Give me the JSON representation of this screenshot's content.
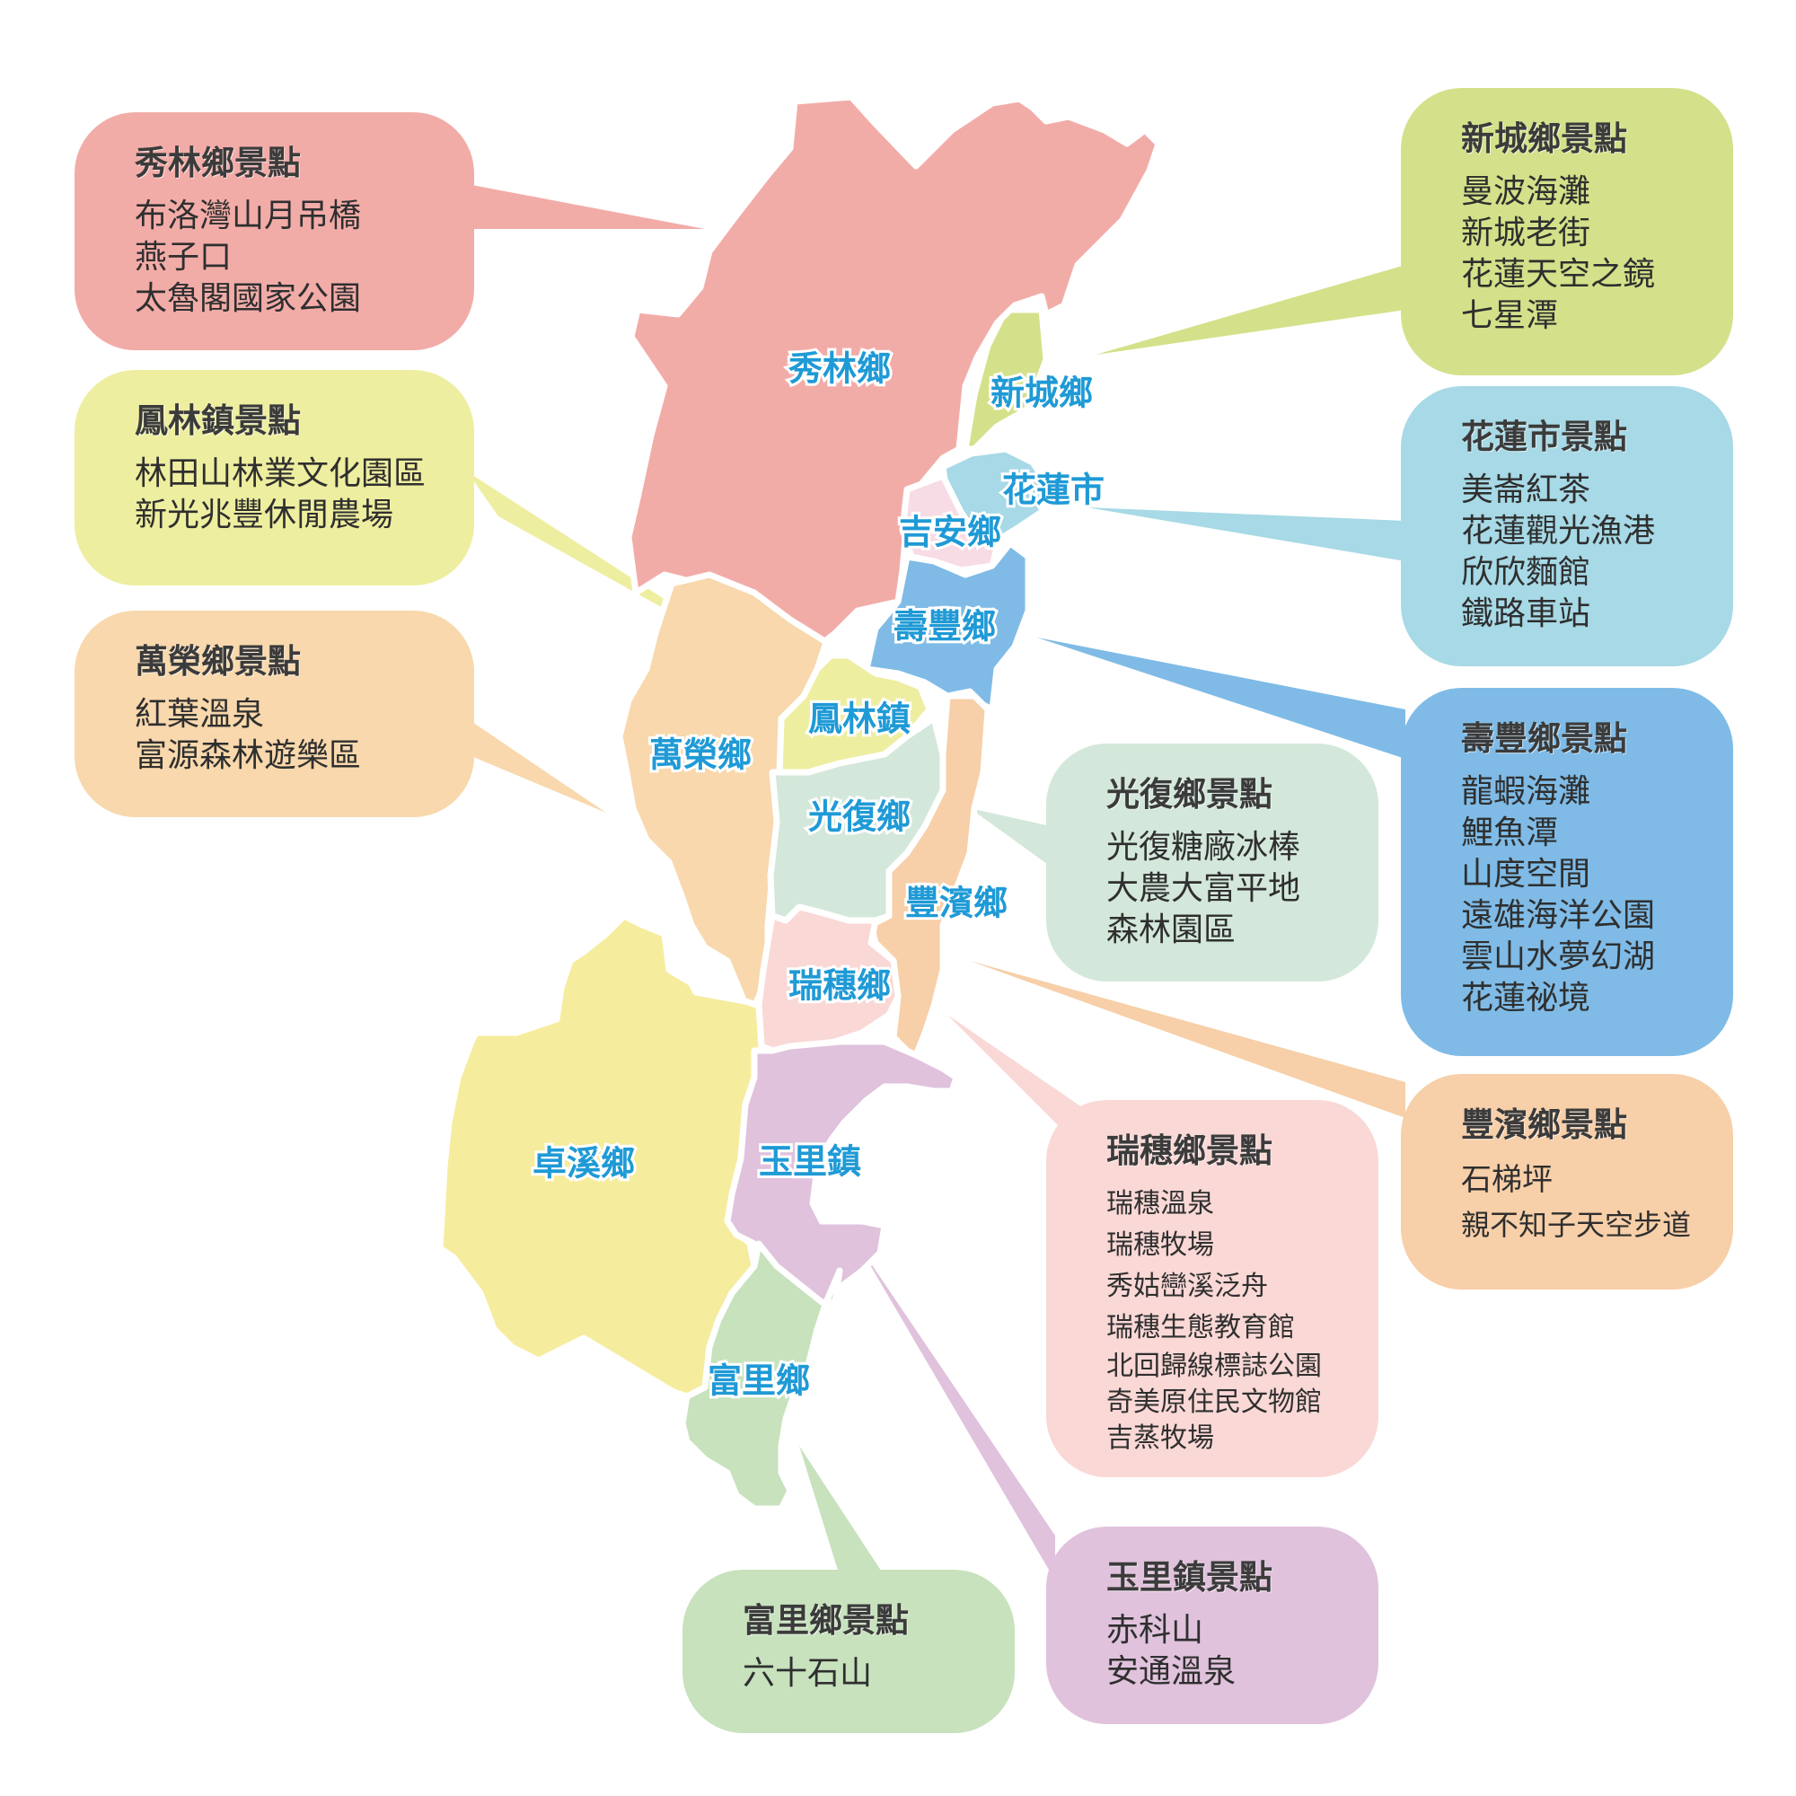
{
  "colors": {
    "xiulin": "#f2aca8",
    "xincheng": "#d4e18a",
    "hualien_city": "#a7d9e6",
    "jian": "#f7dbe5",
    "shoufeng": "#7fbbe6",
    "fenglin": "#eeeea0",
    "wanrong": "#f8d8ac",
    "guangfu": "#d3e8da",
    "fengbin": "#f7cfa8",
    "ruisui": "#f9d8d6",
    "zhuoxi": "#f6ec9e",
    "yuli": "#e0c2dc",
    "fuli": "#c7e2bd"
  },
  "regions": [
    {
      "id": "xiulin",
      "label": "秀林鄉"
    },
    {
      "id": "xincheng",
      "label": "新城鄉"
    },
    {
      "id": "hualien_city",
      "label": "花蓮市"
    },
    {
      "id": "jian",
      "label": "吉安鄉"
    },
    {
      "id": "shoufeng",
      "label": "壽豐鄉"
    },
    {
      "id": "fenglin",
      "label": "鳳林鎮"
    },
    {
      "id": "wanrong",
      "label": "萬榮鄉"
    },
    {
      "id": "guangfu",
      "label": "光復鄉"
    },
    {
      "id": "fengbin",
      "label": "豐濱鄉"
    },
    {
      "id": "ruisui",
      "label": "瑞穗鄉"
    },
    {
      "id": "zhuoxi",
      "label": "卓溪鄉"
    },
    {
      "id": "yuli",
      "label": "玉里鎮"
    },
    {
      "id": "fuli",
      "label": "富里鄉"
    }
  ],
  "bubbles": {
    "xiulin": {
      "title": "秀林鄉景點",
      "items": [
        "布洛灣山月吊橋",
        "燕子口",
        "太魯閣國家公園"
      ]
    },
    "fenglin": {
      "title": "鳳林鎮景點",
      "items": [
        "林田山林業文化園區",
        "新光兆豐休閒農場"
      ]
    },
    "wanrong": {
      "title": "萬榮鄉景點",
      "items": [
        "紅葉溫泉",
        "富源森林遊樂區"
      ]
    },
    "xincheng": {
      "title": "新城鄉景點",
      "items": [
        "曼波海灘",
        "新城老街",
        "花蓮天空之鏡",
        "七星潭"
      ]
    },
    "hualien_city": {
      "title": "花蓮市景點",
      "items": [
        "美崙紅茶",
        "花蓮觀光漁港",
        "欣欣麵館",
        "鐵路車站"
      ]
    },
    "shoufeng": {
      "title": "壽豐鄉景點",
      "items": [
        "龍蝦海灘",
        "鯉魚潭",
        "山度空間",
        "遠雄海洋公園",
        "雲山水夢幻湖",
        "花蓮祕境"
      ]
    },
    "guangfu": {
      "title": "光復鄉景點",
      "items": [
        "光復糖廠冰棒",
        "大農大富平地",
        "森林園區"
      ]
    },
    "fengbin": {
      "title": "豐濱鄉景點",
      "items": [
        "石梯坪",
        "親不知子天空步道"
      ]
    },
    "ruisui": {
      "title": "瑞穗鄉景點",
      "items": [
        "瑞穗溫泉",
        "瑞穗牧場",
        "秀姑巒溪泛舟",
        "瑞穗生態教育館",
        "北回歸線標誌公園",
        "奇美原住民文物館",
        "吉蒸牧場"
      ]
    },
    "yuli": {
      "title": "玉里鎮景點",
      "items": [
        "赤科山",
        "安通溫泉"
      ]
    },
    "fuli": {
      "title": "富里鄉景點",
      "items": [
        "六十石山"
      ]
    }
  }
}
